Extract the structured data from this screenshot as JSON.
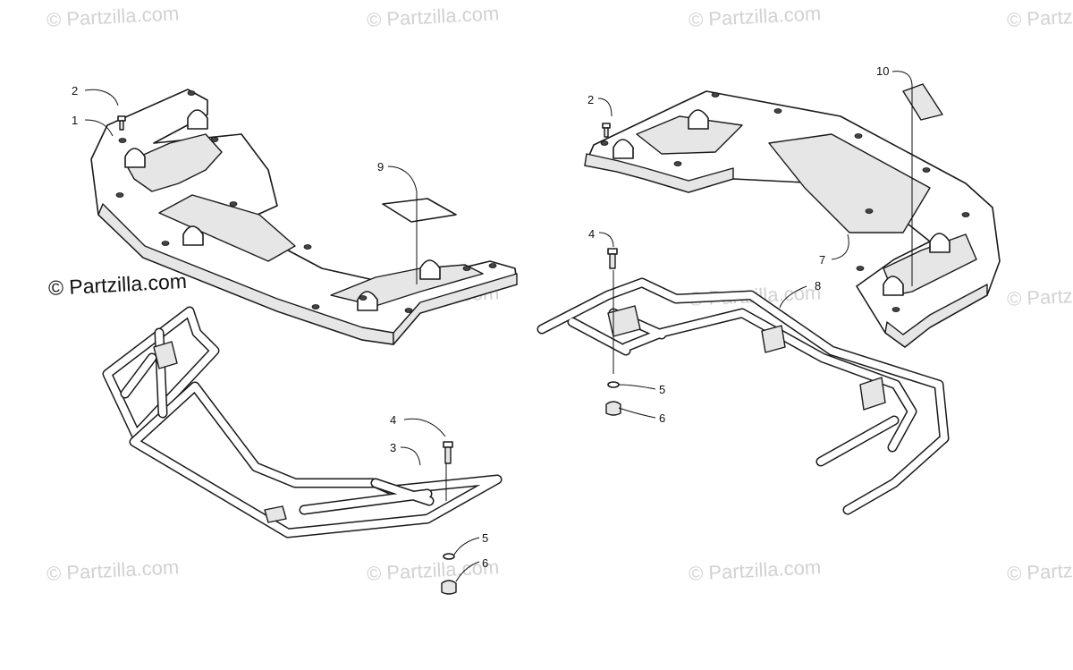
{
  "watermarks": [
    {
      "id": "wm-1",
      "text": "© Partzilla.com"
    },
    {
      "id": "wm-2",
      "text": "© Partzilla.com"
    },
    {
      "id": "wm-3",
      "text": "© Partzilla.com"
    },
    {
      "id": "wm-4",
      "text": "© Partzilla.com"
    },
    {
      "id": "wm-5",
      "text": "© Partzilla.com"
    },
    {
      "id": "wm-6",
      "text": "© Partzilla.com"
    },
    {
      "id": "wm-7",
      "text": "© Partzilla.com"
    },
    {
      "id": "wm-8",
      "text": "© Partzilla.com"
    },
    {
      "id": "wm-9",
      "text": "© Partzilla.com"
    },
    {
      "id": "wm-10",
      "text": "© Partzilla.com"
    },
    {
      "id": "wm-11",
      "text": "© Partzilla.com"
    }
  ],
  "main_watermark": "© Partzilla.com",
  "callouts": {
    "left_1": "1",
    "left_2": "2",
    "left_3": "3",
    "left_4": "4",
    "left_5": "5",
    "left_6": "6",
    "left_9": "9",
    "right_2": "2",
    "right_4": "4",
    "right_5": "5",
    "right_6": "6",
    "right_7": "7",
    "right_8": "8",
    "right_10": "10"
  }
}
